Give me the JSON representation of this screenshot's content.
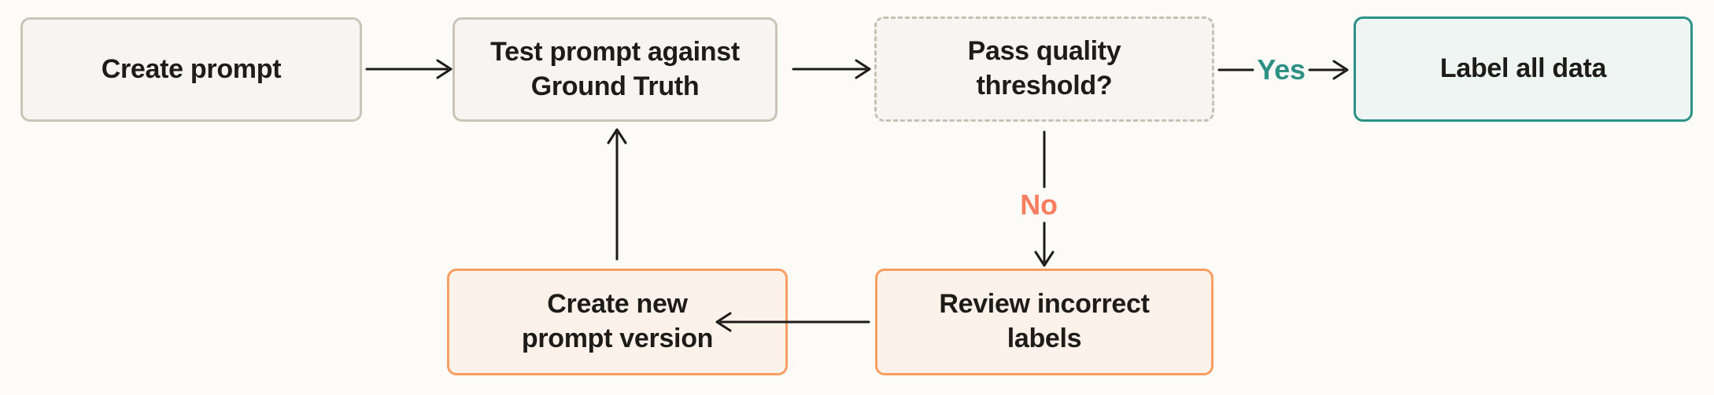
{
  "diagram": {
    "nodes": [
      {
        "id": "create-prompt",
        "label": "Create prompt",
        "variant": "neutral"
      },
      {
        "id": "test-prompt",
        "label": "Test prompt against Ground Truth",
        "variant": "neutral"
      },
      {
        "id": "quality-check",
        "label": "Pass quality threshold?",
        "variant": "decision"
      },
      {
        "id": "label-all-data",
        "label": "Label all data",
        "variant": "success"
      },
      {
        "id": "review-labels",
        "label": "Review incorrect labels",
        "variant": "action"
      },
      {
        "id": "new-prompt-version",
        "label": "Create new prompt version",
        "variant": "action"
      }
    ],
    "edge_labels": {
      "yes": "Yes",
      "no": "No"
    },
    "colors": {
      "page_background": "#fcfbf8",
      "neutral_border": "#cbc5b7",
      "neutral_fill": "#f6f5f1",
      "success_border": "#2e9187",
      "success_fill": "#eff5f3",
      "action_border": "#f89e62",
      "action_fill": "#fdf2ea",
      "arrow": "#1d1b19",
      "text": "#1e1c19",
      "yes_label": "#2e9184",
      "no_label": "#f97e60"
    }
  }
}
